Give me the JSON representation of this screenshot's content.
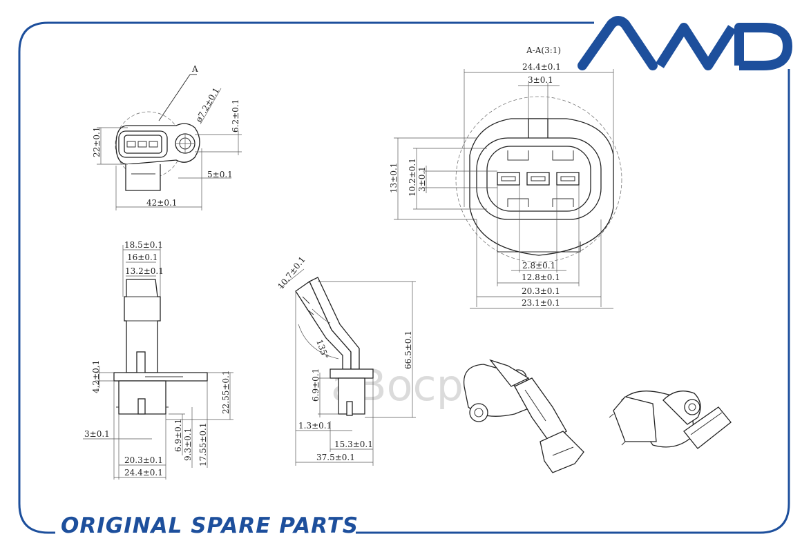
{
  "brand": {
    "logo_text": "AMD",
    "color": "#1d4f9c",
    "footer_text": "ORIGINAL SPARE PARTS"
  },
  "watermark": {
    "text": "aBocp"
  },
  "views": {
    "front": {
      "section_marker": "A",
      "dims": [
        "ø7.2±0.1",
        "6.2±0.1",
        "22±0.1",
        "5±0.1",
        "42±0.1"
      ]
    },
    "section": {
      "title": "A-A(3:1)",
      "dims": [
        "24.4±0.1",
        "3±0.1",
        "13±0.1",
        "10.2±0.1",
        "3±0.1",
        "2.8±0.1",
        "12.8±0.1",
        "20.3±0.1",
        "23.1±0.1"
      ]
    },
    "side": {
      "dims": [
        "18.5±0.1",
        "16±0.1",
        "13.2±0.1",
        "4.2±0.1",
        "22.55±0.1",
        "3±0.1",
        "6.9±0.1",
        "9.3±0.1",
        "17.55±0.1",
        "20.3±0.1",
        "24.4±0.1"
      ]
    },
    "profile": {
      "dims": [
        "10.7±0.1",
        "135°",
        "66.5±0.1",
        "6.9±0.1",
        "1.3±0.1",
        "15.3±0.1",
        "37.5±0.1"
      ]
    }
  }
}
